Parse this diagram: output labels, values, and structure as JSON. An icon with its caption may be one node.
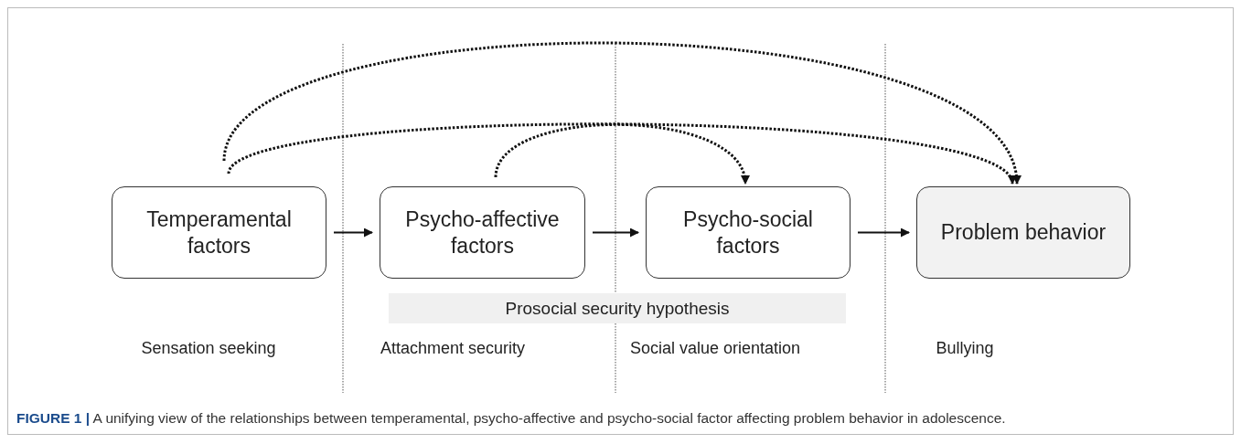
{
  "diagram": {
    "caption": "**FIGURE 1 |** A unifying view of the relationships between temperamental, psycho-affective and psycho-social factor affecting problem behavior in adolescence.",
    "nodes": [
      {
        "text": [
          "Temperamental factors"
        ]
      },
      {
        "text": [
          "Psycho-affective factors"
        ]
      },
      {
        "text": [
          "Psycho-social factors"
        ]
      },
      {
        "text": [
          "Problem behavior"
        ]
      },
      {
        "text": [
          "Prosocial security hypothesis"
        ]
      }
    ],
    "edges": [
      {
        "from": 0,
        "to": 3,
        "arrow": "to",
        "style": "dashed"
      },
      {
        "from": 0,
        "to": 3,
        "arrow": "to",
        "style": "dashed"
      },
      {
        "from": 1,
        "to": 2,
        "arrow": "to",
        "style": "dashed"
      },
      {
        "from": 0,
        "to": 1,
        "arrow": "to"
      },
      {
        "from": 1,
        "to": 2,
        "arrow": "to"
      },
      {
        "from": 2,
        "to": 3,
        "arrow": "to"
      }
    ],
    "labels": [
      "Sensation seeking",
      "Attachment security",
      "Social value orientation",
      "Bullying"
    ]
  }
}
